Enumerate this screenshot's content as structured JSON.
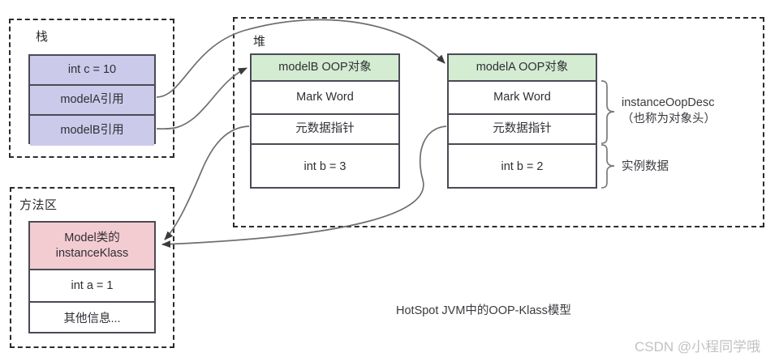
{
  "diagram": {
    "caption": "HotSpot JVM中的OOP-Klass模型",
    "watermark": "CSDN @小程同学哦",
    "colors": {
      "stack_cell": "#cbcaea",
      "heap_header": "#d4ecd2",
      "method_header": "#f3ccd1",
      "border": "#4a4a55",
      "dashed_border": "#2b2b2b"
    },
    "regions": {
      "stack": {
        "label": "栈",
        "rows": [
          "int c = 10",
          "modelA引用",
          "modelB引用"
        ]
      },
      "heap": {
        "label": "堆",
        "objects": [
          {
            "name": "modelB",
            "header": "modelB OOP对象",
            "rows": [
              "Mark Word",
              "元数据指针",
              "int b = 3"
            ]
          },
          {
            "name": "modelA",
            "header": "modelA OOP对象",
            "rows": [
              "Mark Word",
              "元数据指针",
              "int b = 2"
            ]
          }
        ],
        "annotations": [
          "instanceOopDesc\n（也称为对象头）",
          "实例数据"
        ]
      },
      "method_area": {
        "label": "方法区",
        "header": "Model类的\ninstanceKlass",
        "rows": [
          "int a = 1",
          "其他信息..."
        ]
      }
    }
  }
}
